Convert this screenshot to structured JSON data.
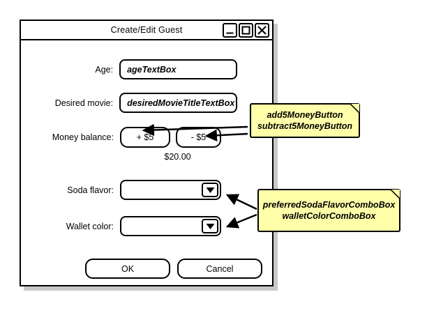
{
  "window": {
    "title": "Create/Edit Guest",
    "controls": [
      {
        "name": "minimize",
        "glyph": "_"
      },
      {
        "name": "maximize",
        "glyph": "square"
      },
      {
        "name": "close",
        "glyph": "x"
      }
    ]
  },
  "form": {
    "age": {
      "label": "Age:",
      "value": "",
      "placeholder": "ageTextBox"
    },
    "desired_movie": {
      "label": "Desired movie:",
      "value": "",
      "placeholder": "desiredMovieTitleTextBox"
    },
    "money_balance": {
      "label": "Money balance:",
      "add_button": "+ $5",
      "subtract_button": "- $5",
      "amount": "$20.00"
    },
    "soda_flavor": {
      "label": "Soda flavor:",
      "value": ""
    },
    "wallet_color": {
      "label": "Wallet color:",
      "value": ""
    }
  },
  "actions": {
    "ok": "OK",
    "cancel": "Cancel"
  },
  "annotations": [
    {
      "id": "money-buttons-note",
      "lines": [
        "add5MoneyButton",
        "subtract5MoneyButton"
      ]
    },
    {
      "id": "combobox-note",
      "lines": [
        "preferredSodaFlavorComboBox",
        "walletColorComboBox"
      ]
    }
  ],
  "colors": {
    "note_fill": "#ffffaa",
    "outline": "#000000",
    "window_fill": "#ffffff",
    "shadow": "#c9c9c9"
  }
}
